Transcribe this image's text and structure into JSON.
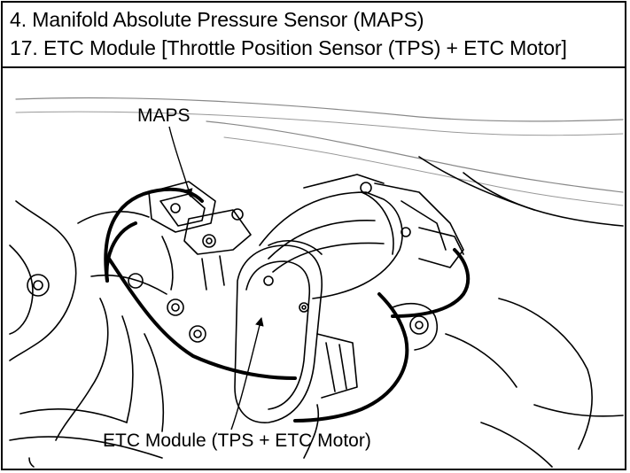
{
  "legend": {
    "line1": "4. Manifold Absolute Pressure Sensor (MAPS)",
    "line2": "17. ETC Module [Throttle Position Sensor (TPS) + ETC Motor]"
  },
  "callouts": {
    "maps": "MAPS",
    "etc": "ETC Module (TPS + ETC Motor)"
  }
}
